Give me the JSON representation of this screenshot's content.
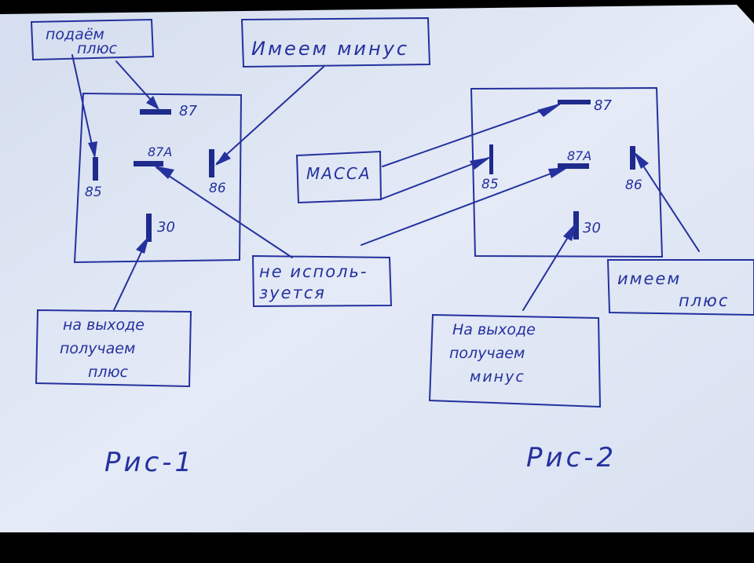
{
  "colors": {
    "paper": "#dfe6f4",
    "ink": "#24319e",
    "frame": "#000000"
  },
  "fig1": {
    "caption": "Рис-1",
    "label_feed_plus_l1": "подаём",
    "label_feed_plus_l2": "плюс",
    "label_have_minus": "Имеем минус",
    "label_output_l1": "на выходе",
    "label_output_l2": "получаем",
    "label_output_l3": "плюс",
    "pins": {
      "p87": "87",
      "p87a": "87А",
      "p85": "85",
      "p86": "86",
      "p30": "30"
    }
  },
  "shared": {
    "label_unused_l1": "не исполь-",
    "label_unused_l2": "зуется"
  },
  "fig2": {
    "caption": "Рис-2",
    "label_ground": "МАССА",
    "label_have_plus_l1": "имеем",
    "label_have_plus_l2": "плюс",
    "label_output_l1": "На выходе",
    "label_output_l2": "получаем",
    "label_output_l3": "минус",
    "pins": {
      "p87": "87",
      "p87a": "87А",
      "p85": "85",
      "p86": "86",
      "p30": "30"
    }
  }
}
